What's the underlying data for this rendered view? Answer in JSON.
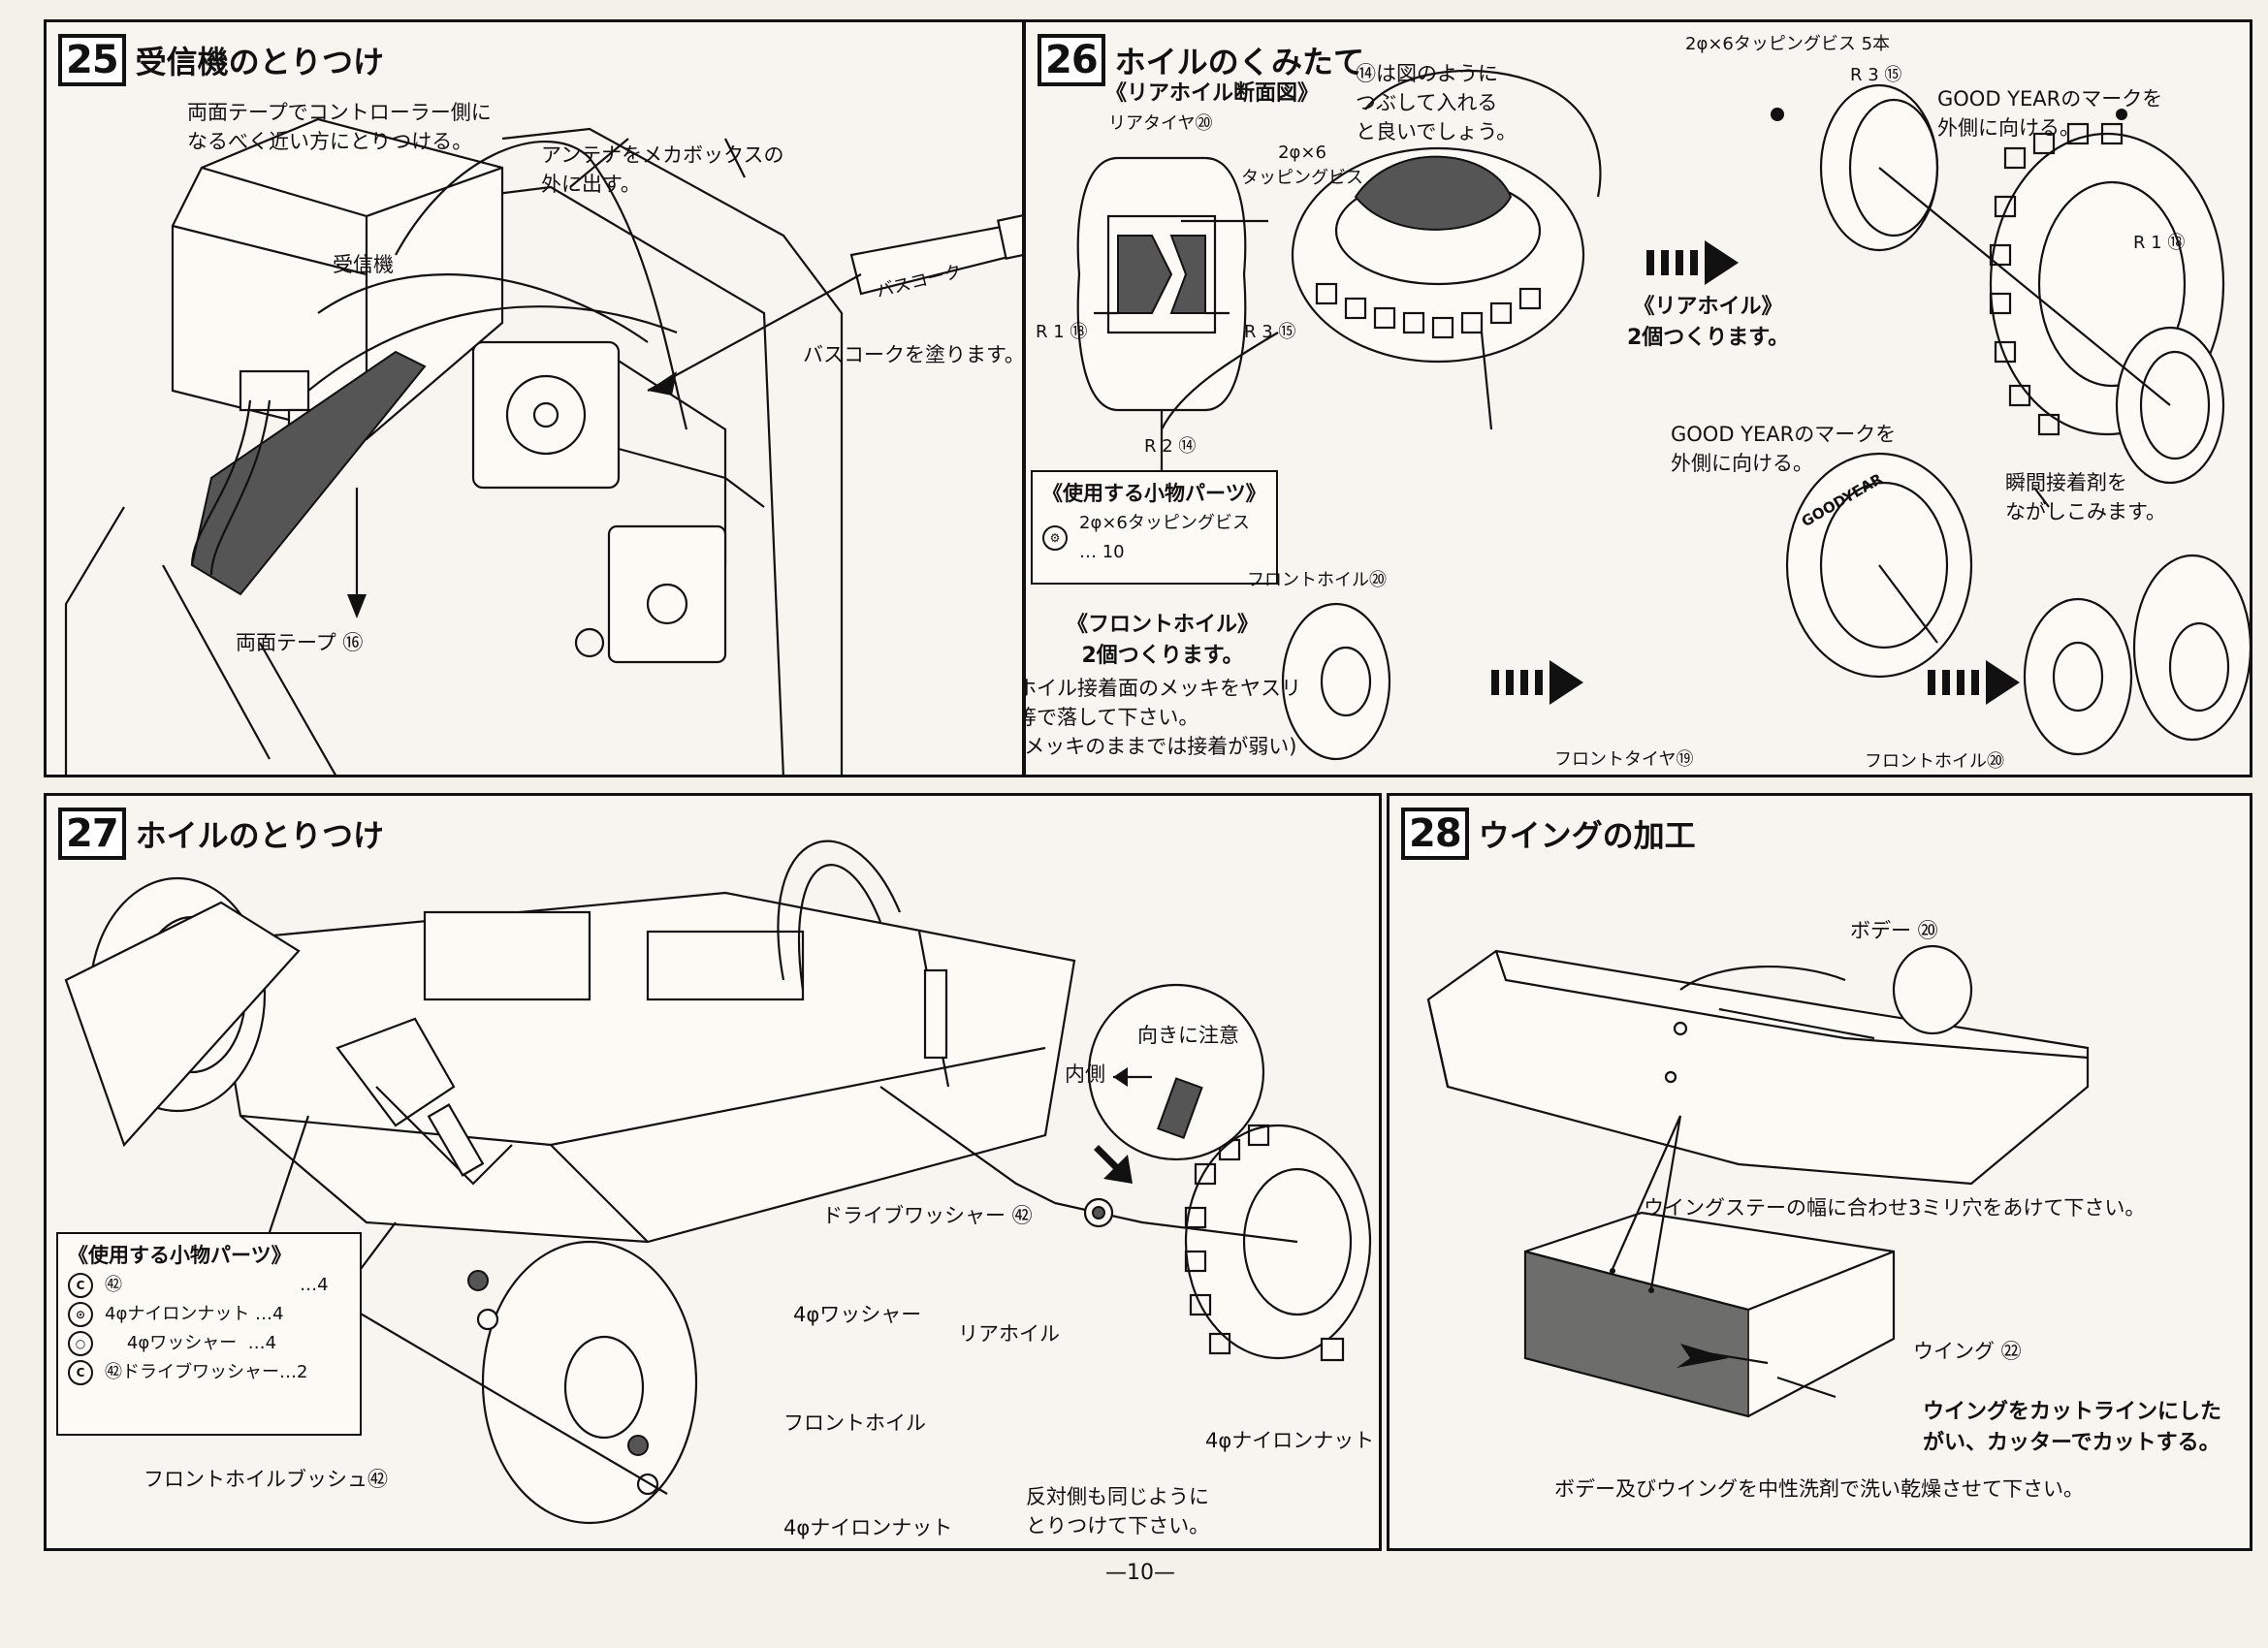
{
  "page_number": "—10—",
  "step25": {
    "num": "25",
    "title": "受信機のとりつけ",
    "note_tape": "両面テープでコントローラー側に\nなるべく近い方にとりつける。",
    "note_antenna": "アンテナをメカボックスの\n外に出す。",
    "receiver_label": "受信機",
    "tube_label": "バスコーク",
    "note_caulk": "バスコークを塗ります。",
    "tape_label": "両面テープ ⑯"
  },
  "step26": {
    "num": "26",
    "title": "ホイルのくみたて",
    "section_title": "《リアホイル断面図》",
    "rear_tire": "リアタイヤ⑳",
    "screw": "2φ×6\nタッピングビス",
    "r1_left": "R 1 ⑱",
    "r3_left": "R 3 ⑮",
    "r2": "R 2 ⑭",
    "squeeze_note": "⑭は図のように\nつぶして入れる\nと良いでしょう。",
    "screws_top": "2φ×6タッピングビス 5本",
    "r3_right": "R 3 ⑮",
    "goodyear_note_top": "GOOD YEARのマークを\n外側に向ける。",
    "r1_right": "R 1 ⑱",
    "rear_wheel_title": "《リアホイル》\n2個つくります。",
    "goodyear_note_mid": "GOOD YEARのマークを\n外側に向ける。",
    "glue_note": "瞬間接着剤を\nながしこみます。",
    "parts_title": "《使用する小物パーツ》",
    "parts_screw": "2φ×6タッピングビス\n… 10",
    "front_wheel_label_a": "フロントホイル⑳",
    "front_wheel_title": "《フロントホイル》\n2個つくります。",
    "plating_note": "ホイル接着面のメッキをヤスリ\n等で落して下さい。\n(メッキのままでは接着が弱い)",
    "front_tire": "フロントタイヤ⑲",
    "front_wheel_label_b": "フロントホイル⑳",
    "tire_logo": "GOODYEAR"
  },
  "step27": {
    "num": "27",
    "title": "ホイルのとりつけ",
    "direction_note": "向きに注意",
    "inner_side": "内側",
    "drive_washer": "ドライブワッシャー ㊷",
    "rear_wheel": "リアホイル",
    "nylon_nut_rear": "4φナイロンナット",
    "washer_4": "4φワッシャー",
    "front_wheel": "フロントホイル",
    "front_bush": "フロントホイルブッシュ㊷",
    "nylon_nut_front": "4φナイロンナット",
    "other_side_note": "反対側も同じように\nとりつけて下さい。",
    "parts_title": "《使用する小物パーツ》",
    "parts": [
      {
        "icon": "C",
        "label": "㊷                                …4"
      },
      {
        "icon": "N",
        "label": "4φナイロンナット …4"
      },
      {
        "icon": "W",
        "label": "    4φワッシャー  …4"
      },
      {
        "icon": "D",
        "label": "㊷ドライブワッシャー…2"
      }
    ]
  },
  "step28": {
    "num": "28",
    "title": "ウイングの加工",
    "body_label": "ボデー ⑳",
    "hole_note": "ウイングステーの幅に合わせ3ミリ穴をあけて下さい。",
    "wing_label": "ウイング ㉒",
    "cut_note": "ウイングをカットラインにした\nがい、カッターでカットする。",
    "wash_note": "ボデー及びウイングを中性洗剤で洗い乾燥させて下さい。"
  }
}
